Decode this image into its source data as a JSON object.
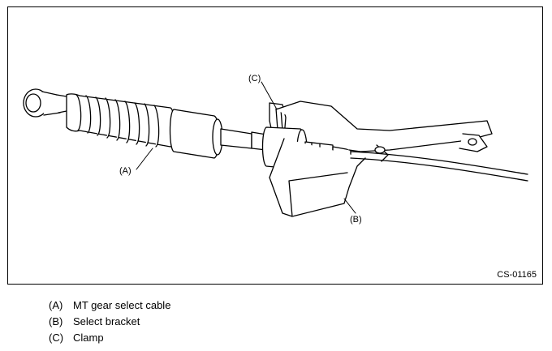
{
  "figure": {
    "callouts": {
      "a": "(A)",
      "b": "(B)",
      "c": "(C)"
    },
    "figure_code": "CS-01165"
  },
  "legend": [
    {
      "key": "(A)",
      "text": "MT gear select cable"
    },
    {
      "key": "(B)",
      "text": "Select bracket"
    },
    {
      "key": "(C)",
      "text": "Clamp"
    }
  ]
}
